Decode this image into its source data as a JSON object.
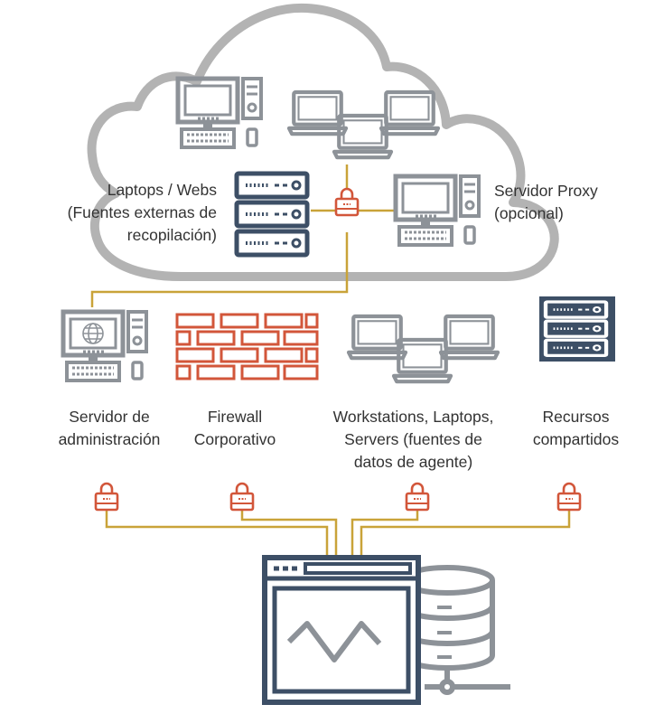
{
  "colors": {
    "cloud": "#b3b3b3",
    "device": "#8d9298",
    "dark": "#3d4f66",
    "firewall": "#d2563a",
    "connector": "#c9a339",
    "lock": "#d2563a"
  },
  "labels": {
    "laptops_webs": [
      "Laptops / Webs",
      "(Fuentes externas de",
      "recopilación)"
    ],
    "proxy": [
      "Servidor Proxy",
      "(opcional)"
    ],
    "admin": [
      "Servidor de",
      "administración"
    ],
    "firewall": [
      "Firewall",
      "Corporativo"
    ],
    "workstations": [
      "Workstations, Laptops,",
      "Servers (fuentes de",
      "datos de agente)"
    ],
    "shared": [
      "Recursos",
      "compartidos"
    ]
  },
  "icons": {
    "cloud": "cloud-icon",
    "desktop": "desktop-computer-icon",
    "laptop": "laptop-icon",
    "server": "server-rack-icon",
    "globe": "globe-icon",
    "firewall": "brick-wall-icon",
    "lock": "padlock-icon",
    "monitor": "monitoring-window-icon",
    "database": "database-icon"
  }
}
